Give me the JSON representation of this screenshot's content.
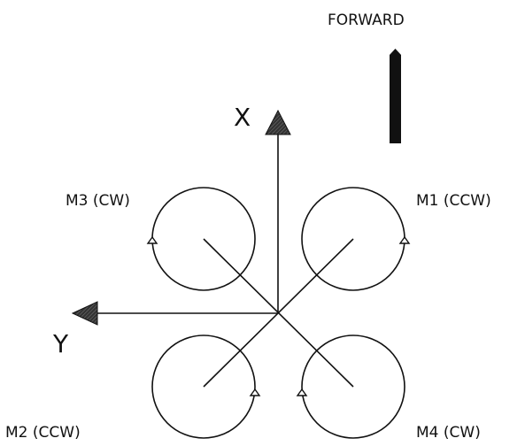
{
  "diagram": {
    "forward_label": "FORWARD",
    "axis_x_label": "X",
    "axis_y_label": "Y",
    "motors": [
      {
        "id": "M1",
        "label": "M1 (CCW)"
      },
      {
        "id": "M2",
        "label": "M2 (CCW)"
      },
      {
        "id": "M3",
        "label": "M3 (CW)"
      },
      {
        "id": "M4",
        "label": "M4 (CW)"
      }
    ]
  }
}
